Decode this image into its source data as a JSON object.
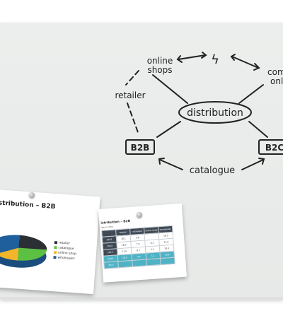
{
  "whiteboard": {
    "center": "distribution",
    "top_left": [
      "online",
      "shops"
    ],
    "top_right": [
      "com",
      "onl"
    ],
    "left": "retailer",
    "bottom_left": "B2B",
    "bottom_right": "B2C",
    "bottom": "catalogue",
    "lightning": "ϟ"
  },
  "pie_card": {
    "title": "istribution – B2B",
    "legend": [
      {
        "label": "retailer",
        "color": "#2b2f33"
      },
      {
        "label": "catalogue",
        "color": "#5cc142"
      },
      {
        "label": "online shop",
        "color": "#f3b62a"
      },
      {
        "label": "wholesaler",
        "color": "#1f5f9b"
      }
    ]
  },
  "table_card": {
    "title": "istribution – B2B",
    "subtitle": "ipsum dolor",
    "header": [
      "",
      "retailer",
      "catalogue",
      "online shop",
      "wholesaler"
    ],
    "rows": [
      {
        "cells": [
          "2013",
          "18.1",
          "9.8",
          "",
          "18.5"
        ],
        "hl": false
      },
      {
        "cells": [
          "2014",
          "18.9",
          "7.6",
          "8.1",
          "14.6"
        ],
        "hl": false
      },
      {
        "cells": [
          "2015",
          "11.6",
          "8.7",
          "1.4",
          "18.6"
        ],
        "hl": false
      },
      {
        "cells": [
          "2016",
          "18.5",
          "9.4",
          "1.1",
          "18.9"
        ],
        "hl": true
      },
      {
        "cells": [
          "2017",
          "",
          "",
          "",
          ""
        ],
        "hl": true
      }
    ]
  }
}
